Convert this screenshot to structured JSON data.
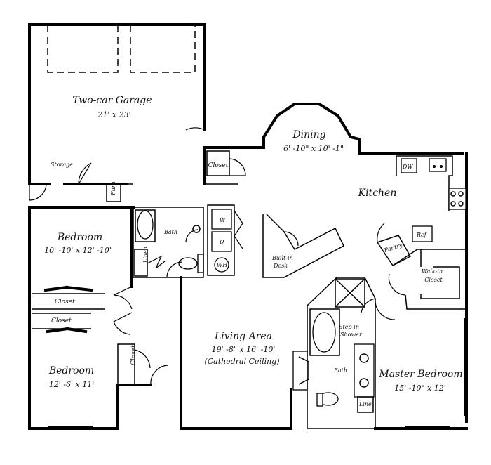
{
  "rooms": {
    "garage": {
      "name": "Two-car Garage",
      "dims": "21' x 23'"
    },
    "dining": {
      "name": "Dining",
      "dims": "6' -10\" x 10' -1\""
    },
    "kitchen": {
      "name": "Kitchen"
    },
    "bedroom1": {
      "name": "Bedroom",
      "dims": "10' -10' x 12' -10\""
    },
    "bedroom2": {
      "name": "Bedroom",
      "dims": "12' -6' x 11'"
    },
    "living": {
      "name": "Living Area",
      "dims": "19' -8\" x 16' -10'",
      "note": "(Cathedral Ceiling)"
    },
    "master": {
      "name": "Master Bedroom",
      "dims": "15' -10\" x 12'"
    }
  },
  "labels": {
    "storage": "Storage",
    "furn": "Furn",
    "closet": "Closet",
    "bath": "Bath",
    "linen": "Linen",
    "w": "W",
    "d": "D",
    "wh": "WH",
    "builtin": "Built-in",
    "desk": "Desk",
    "pantry": "Pantry",
    "ref": "Ref",
    "walkin": "Walk-in",
    "walkin_closet": "Closet",
    "dw": "DW",
    "stepin": "Step-in",
    "shower": "Shower",
    "linen2": "Line"
  }
}
